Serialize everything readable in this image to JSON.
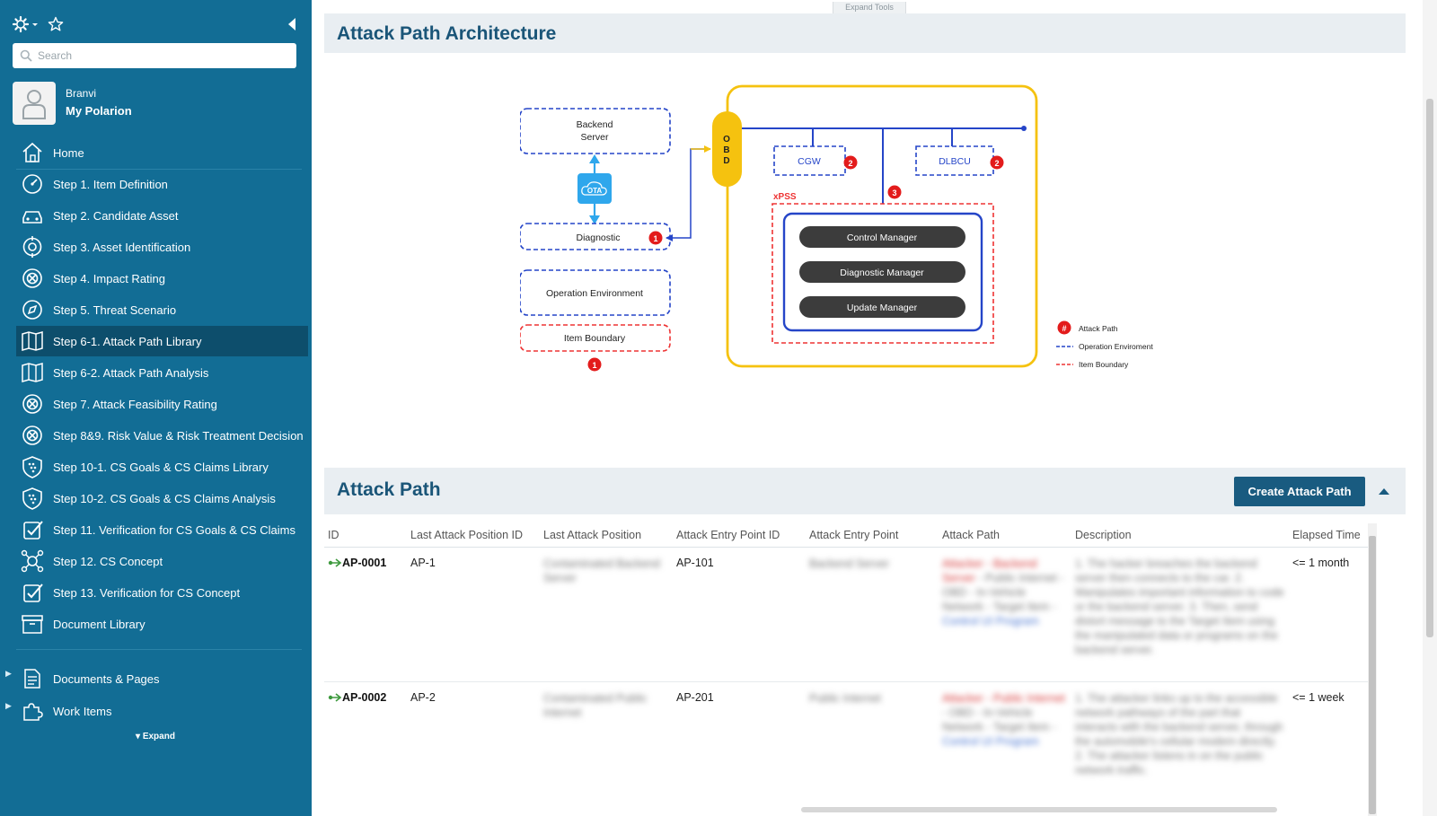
{
  "sidebar": {
    "search_placeholder": "Search",
    "user": {
      "name": "Branvi",
      "link": "My Polarion"
    },
    "items": [
      {
        "label": "Home",
        "icon": "home-icon"
      },
      {
        "label": "Step 1. Item Definition",
        "icon": "gauge-icon"
      },
      {
        "label": "Step 2. Candidate Asset",
        "icon": "car-icon"
      },
      {
        "label": "Step 3. Asset Identification",
        "icon": "target-icon"
      },
      {
        "label": "Step 4. Impact Rating",
        "icon": "crosshair-icon"
      },
      {
        "label": "Step 5. Threat Scenario",
        "icon": "compass-icon"
      },
      {
        "label": "Step 6-1. Attack Path Library",
        "icon": "map-icon"
      },
      {
        "label": "Step 6-2. Attack Path Analysis",
        "icon": "map-icon"
      },
      {
        "label": "Step 7. Attack Feasibility Rating",
        "icon": "crosshair-icon"
      },
      {
        "label": "Step 8&9. Risk Value & Risk Treatment Decision",
        "icon": "crosshair-icon"
      },
      {
        "label": "Step 10-1. CS Goals & CS Claims Library",
        "icon": "shield-icon"
      },
      {
        "label": "Step 10-2. CS Goals & CS Claims Analysis",
        "icon": "shield-icon"
      },
      {
        "label": "Step 11. Verification for CS Goals & CS Claims",
        "icon": "checklist-icon"
      },
      {
        "label": "Step 12. CS Concept",
        "icon": "network-icon"
      },
      {
        "label": "Step 13. Verification for CS Concept",
        "icon": "checklist-icon"
      },
      {
        "label": "Document Library",
        "icon": "archive-icon"
      }
    ],
    "active_index": 6,
    "groups": [
      {
        "label": "Documents & Pages",
        "icon": "document-icon"
      },
      {
        "label": "Work Items",
        "icon": "puzzle-icon"
      }
    ],
    "expand_label": "Expand"
  },
  "toolbar": {
    "expand_tools": "Expand Tools"
  },
  "architecture": {
    "title": "Attack Path Architecture",
    "nodes": {
      "backend_line1": "Backend",
      "backend_line2": "Server",
      "ota": "OTA",
      "diagnostic": "Diagnostic",
      "operation_env": "Operation Environment",
      "item_boundary": "Item Boundary",
      "obd": "OBD",
      "cgw": "CGW",
      "dlbcu": "DLBCU",
      "xpss": "xPSS",
      "control_manager": "Control Manager",
      "diagnostic_manager": "Diagnostic Manager",
      "update_manager": "Update Manager"
    },
    "badges": {
      "diagnostic": "1",
      "item_boundary": "1",
      "cgw": "2",
      "dlbcu": "2",
      "xpss": "3"
    },
    "legend": {
      "symbol": "#",
      "attack_path": "Attack Path",
      "operation_env": "Operation Enviroment",
      "item_boundary": "Item Boundary"
    },
    "colors": {
      "blue": "#2545c8",
      "red": "#ee3333",
      "yellow": "#f5c20f",
      "manager": "#3c3c3c",
      "ota": "#2fa7ec"
    }
  },
  "attack_path": {
    "title": "Attack Path",
    "create_label": "Create Attack Path",
    "columns": [
      "ID",
      "Last Attack Position ID",
      "Last Attack Position",
      "Attack Entry Point ID",
      "Attack Entry Point",
      "Attack Path",
      "Description",
      "Elapsed Time"
    ],
    "rows": [
      {
        "id": "AP-0001",
        "last_pos_id": "AP-1",
        "last_pos": "Contaminated Backend Server",
        "entry_id": "AP-101",
        "entry": "Backend Server",
        "path_a": "Attacker - ",
        "path_b": "Backend Server",
        "path_c": " - Public Internet - OBD - In-Vehicle Network - Target Item - ",
        "path_d": "Control UI Program",
        "description": "1. The hacker breaches the backend server then connects to the car. 2. Manipulates important information to code or the backend server. 3. Then, send distort message to the Target Item using the manipulated data or programs on the backend server.",
        "elapsed": "<= 1 month"
      },
      {
        "id": "AP-0002",
        "last_pos_id": "AP-2",
        "last_pos": "Contaminated Public Internet",
        "entry_id": "AP-201",
        "entry": "Public Internet",
        "path_a": "Attacker - ",
        "path_b": "Public Internet",
        "path_c": " - OBD - In-Vehicle Network - Target Item - ",
        "path_d": "Control UI Program",
        "description": "1. The attacker links up to the accessible network pathways of the part that interacts with the backend server, through the automobile's cellular modem directly. 2. The attacker listens in on the public network traffic.",
        "elapsed": "<= 1 week"
      }
    ]
  }
}
